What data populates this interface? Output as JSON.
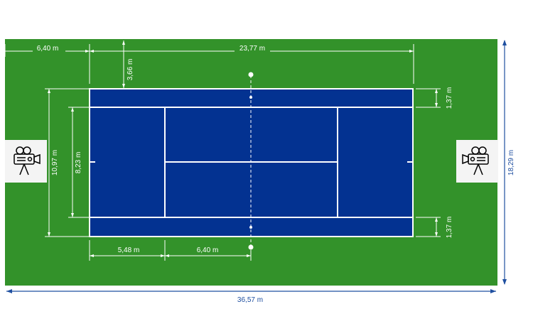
{
  "colors": {
    "surround": "#33922a",
    "court": "#033291",
    "lines": "#ffffff",
    "outer_dimension": "#1f4fa0",
    "camera_box": "#f4f4f4"
  },
  "icons": {
    "left_camera": "video-camera-icon",
    "right_camera": "video-camera-icon"
  },
  "dimensions": {
    "back_runoff": "6,40 m",
    "court_length": "23,77 m",
    "side_runoff": "3,66 m",
    "doubles_width": "10,97 m",
    "singles_width": "8,23 m",
    "alley_top": "1,37 m",
    "alley_bottom": "1,37 m",
    "baseline_to_service": "5,48 m",
    "service_to_net": "6,40 m",
    "total_width": "18,29 m",
    "total_length": "36,57 m"
  }
}
